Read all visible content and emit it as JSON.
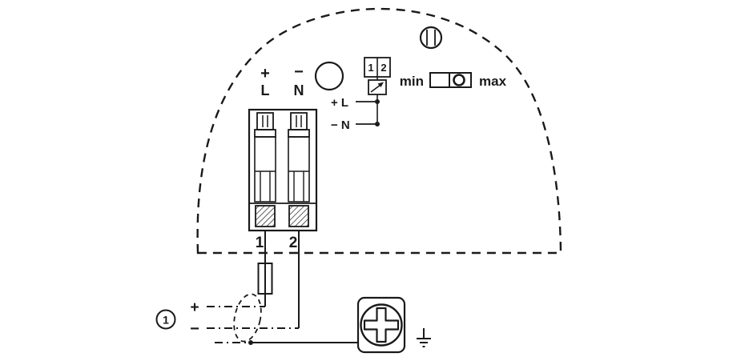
{
  "colors": {
    "ink": "#1a1a1a",
    "background": "#ffffff"
  },
  "terminal_block": {
    "plus_label": "+",
    "line_label": "L",
    "minus_label": "−",
    "neutral_label": "N",
    "pole_1": "1",
    "pole_2": "2"
  },
  "control_module": {
    "connector_pin_1": "1",
    "connector_pin_2": "2",
    "test_point_plus": "+ L",
    "test_point_minus": "− N"
  },
  "slider": {
    "min_label": "min",
    "max_label": "max"
  },
  "supply": {
    "callout_number": "1",
    "plus_label": "+",
    "minus_label": "−"
  }
}
